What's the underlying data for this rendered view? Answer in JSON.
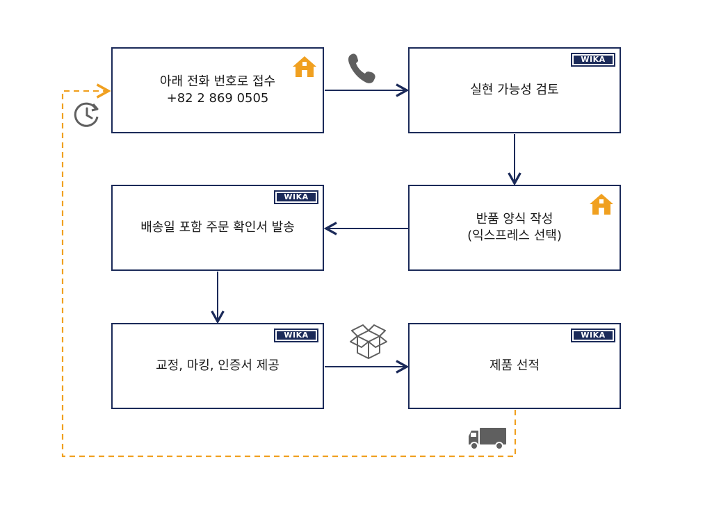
{
  "boxes": {
    "contact": {
      "line1": "아래 전화 번호로 접수",
      "line2": "+82 2 869 0505"
    },
    "review": {
      "line1": "실현 가능성 검토"
    },
    "return_form": {
      "line1": "반품 양식 작성",
      "line2": "(익스프레스 선택)"
    },
    "order_confirm": {
      "line1": "배송일 포함 주문 확인서 발송"
    },
    "calibration": {
      "line1": "교정, 마킹, 인증서 제공"
    },
    "shipping": {
      "line1": "제품 선적"
    }
  },
  "logo_text": "WIKA",
  "icons": [
    "house-icon",
    "phone-icon",
    "clock-icon",
    "box-icon",
    "truck-icon"
  ],
  "colors": {
    "box_border": "#1b2a59",
    "arrow": "#1b2a59",
    "accent": "#f0a020",
    "icon_gray": "#5f5f5f"
  }
}
